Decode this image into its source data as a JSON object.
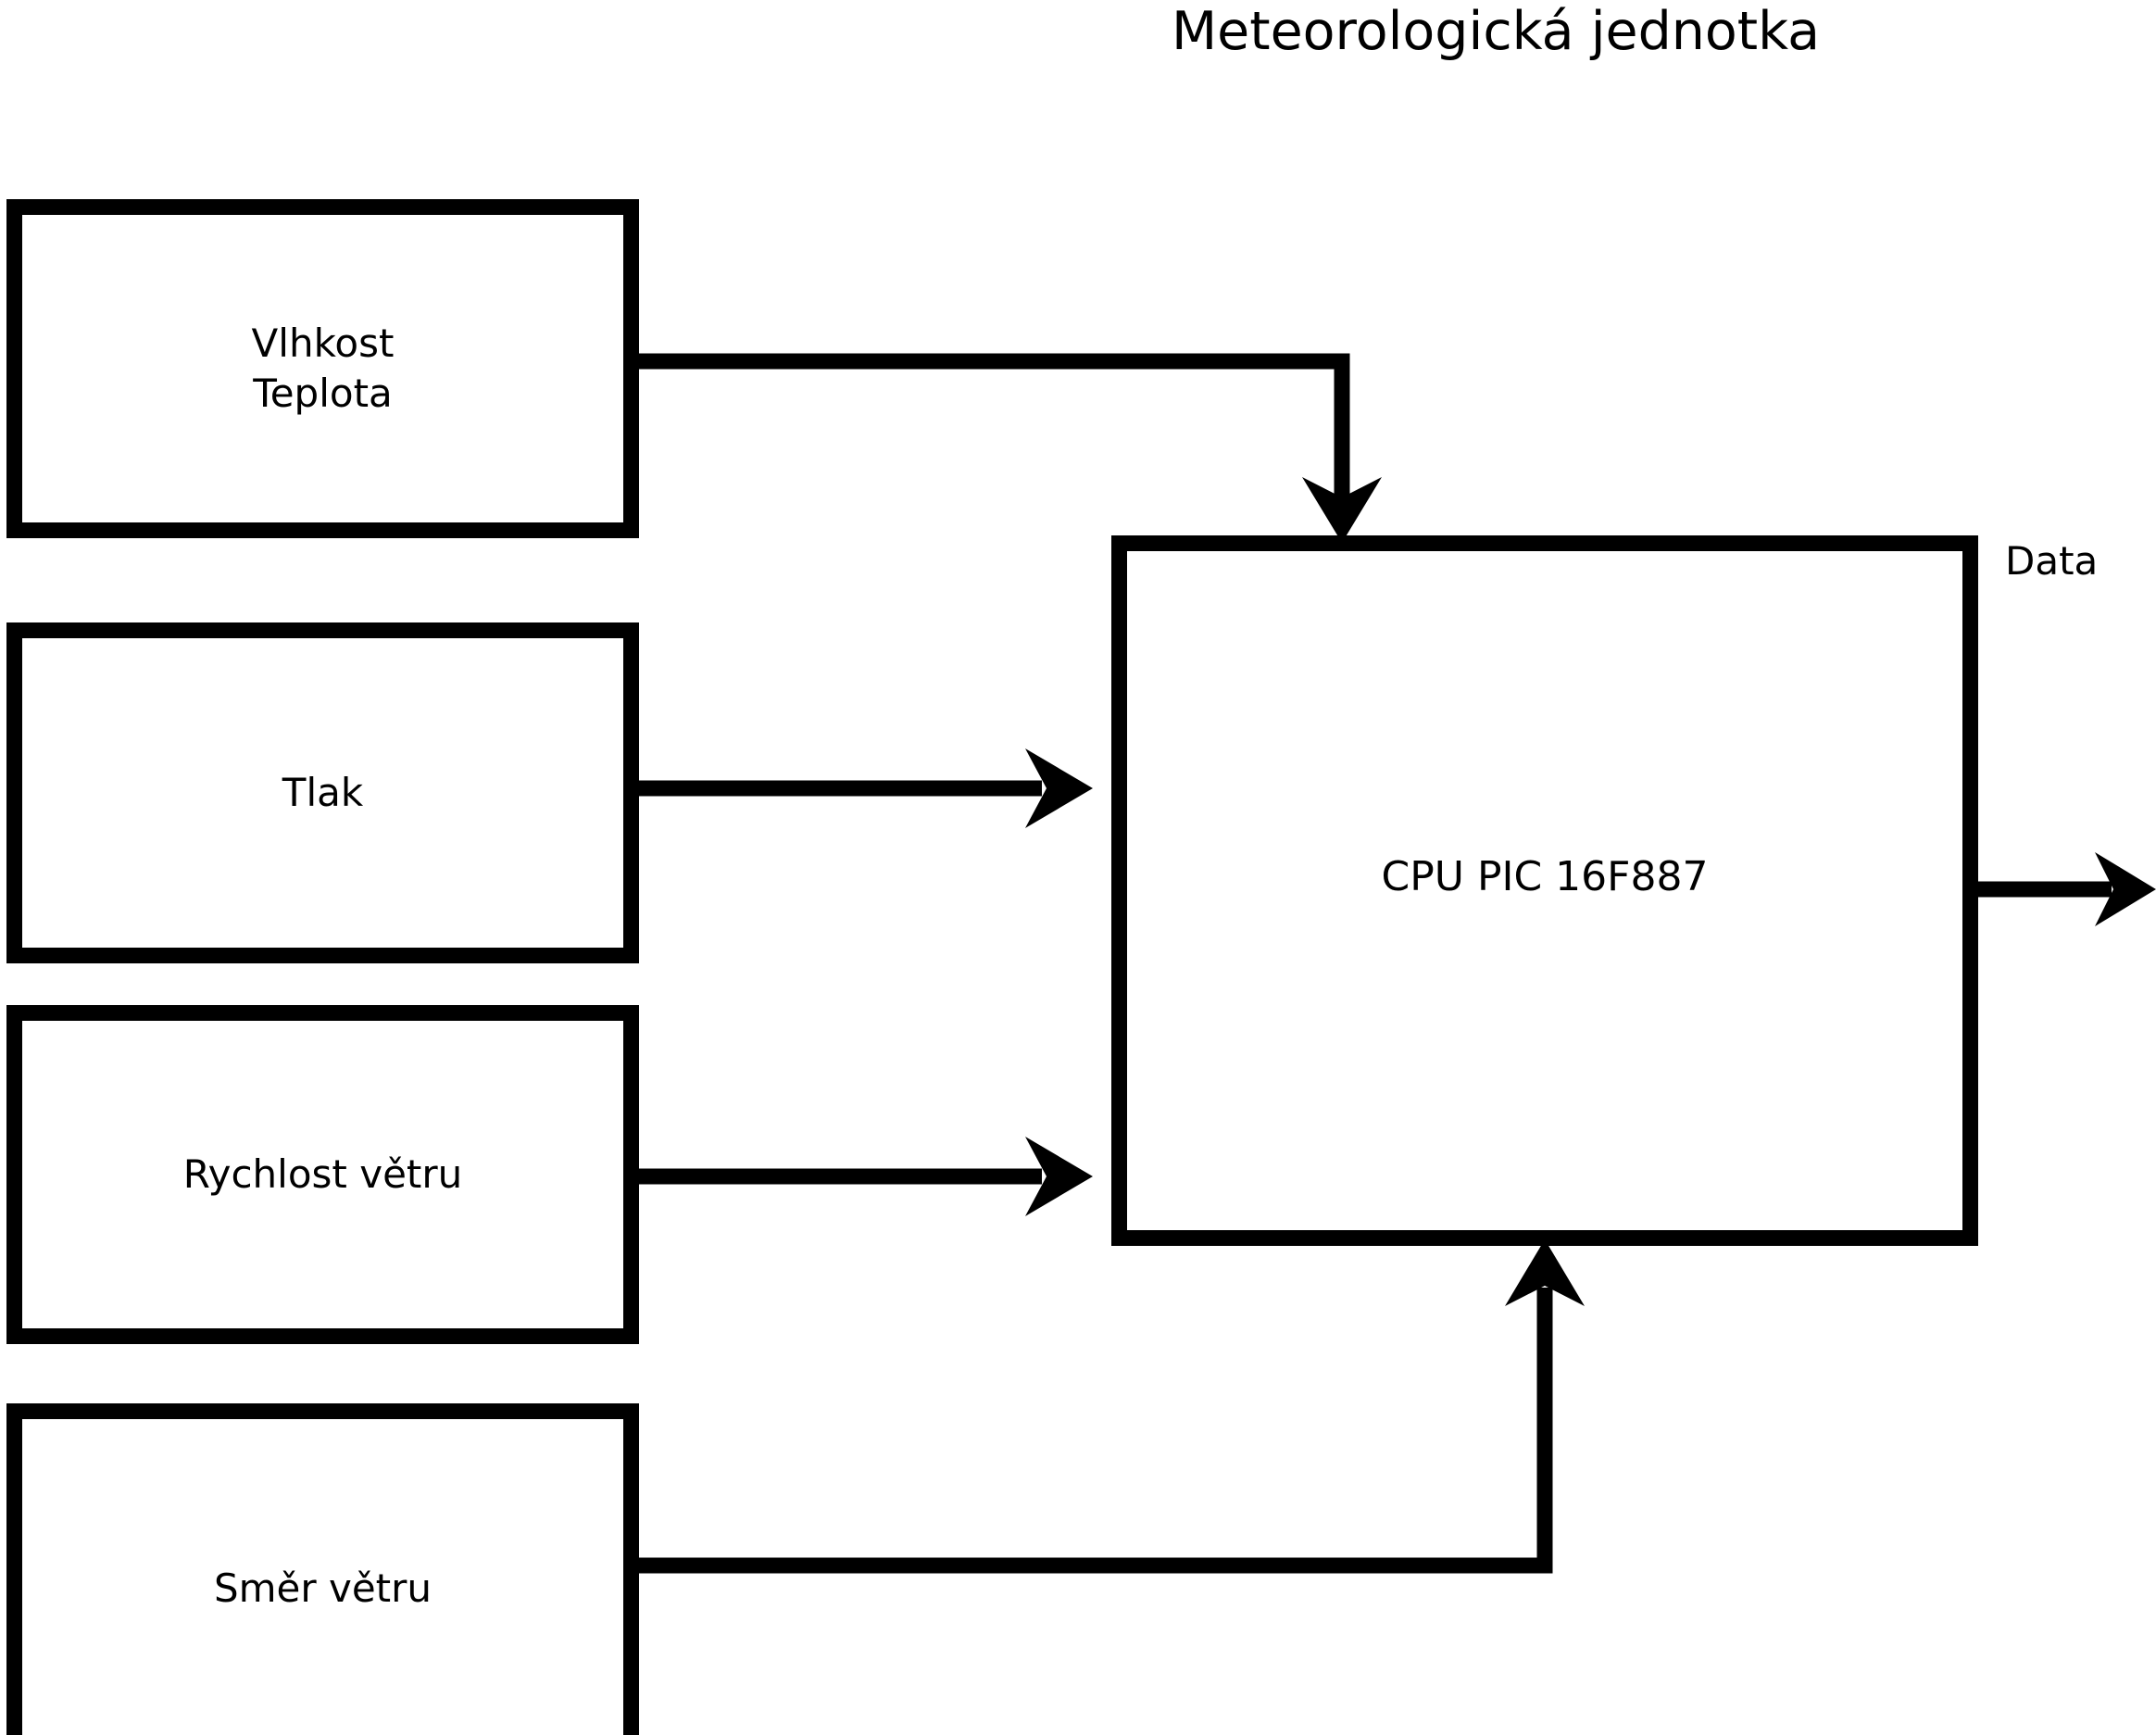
{
  "diagram": {
    "title": "Meteorologická jednotka",
    "type": "block-diagram",
    "background_color": "#ffffff",
    "stroke_color": "#000000",
    "blocks": [
      {
        "id": "humidity-temp",
        "label": "Vlhkost\nTeplota",
        "lines": [
          "Vlhkost",
          "Teplota"
        ],
        "role": "sensor-input"
      },
      {
        "id": "pressure",
        "label": "Tlak",
        "lines": [
          "Tlak"
        ],
        "role": "sensor-input"
      },
      {
        "id": "wind-speed",
        "label": "Rychlost větru",
        "lines": [
          "Rychlost větru"
        ],
        "role": "sensor-input"
      },
      {
        "id": "wind-direction",
        "label": "Směr větru",
        "lines": [
          "Směr větru"
        ],
        "role": "sensor-input"
      },
      {
        "id": "cpu",
        "label": "CPU PIC 16F887",
        "lines": [
          "CPU PIC 16F887"
        ],
        "role": "processor"
      }
    ],
    "connections": [
      {
        "from": "humidity-temp",
        "to": "cpu",
        "direction": "right-then-down",
        "arrow": "into-cpu-top"
      },
      {
        "from": "pressure",
        "to": "cpu",
        "direction": "right",
        "arrow": "into-cpu-left"
      },
      {
        "from": "wind-speed",
        "to": "cpu",
        "direction": "right",
        "arrow": "into-cpu-left"
      },
      {
        "from": "wind-direction",
        "to": "cpu",
        "direction": "right-then-up",
        "arrow": "into-cpu-bottom"
      },
      {
        "from": "cpu",
        "to": "output",
        "direction": "right",
        "arrow": "outward",
        "label": "Data"
      }
    ],
    "output_label": "Data"
  }
}
